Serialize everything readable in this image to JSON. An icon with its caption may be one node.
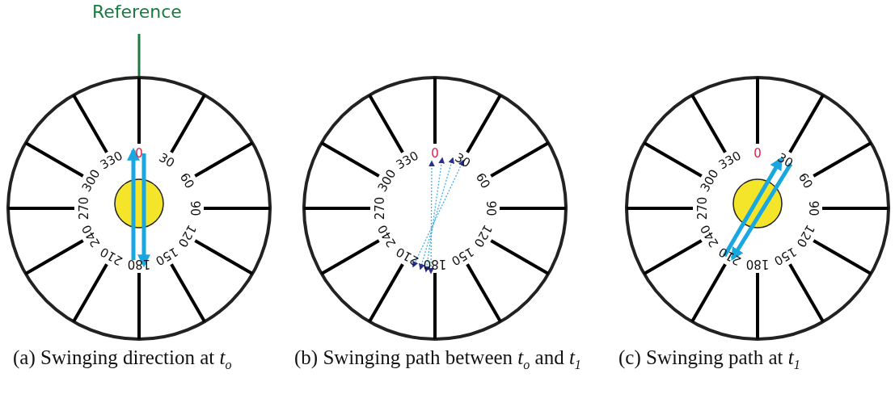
{
  "diagram": {
    "labels": [
      "Reference",
      "0",
      "30",
      "60",
      "90",
      "120",
      "150",
      "180",
      "210",
      "240",
      "270",
      "300",
      "330",
      "0",
      "30",
      "60",
      "90",
      "120",
      "150",
      "180",
      "210",
      "240",
      "270",
      "300",
      "330",
      "0",
      "30",
      "60",
      "90",
      "120",
      "150",
      "180",
      "210",
      "240",
      "270",
      "300",
      "330",
      "(a) Swinging direction at *t*$_{o}$",
      "(b) Swinging path between *t*$_{o}$ and *t*$_{1}$",
      "(c) Swinging path at *t*$_{1}$"
    ]
  }
}
